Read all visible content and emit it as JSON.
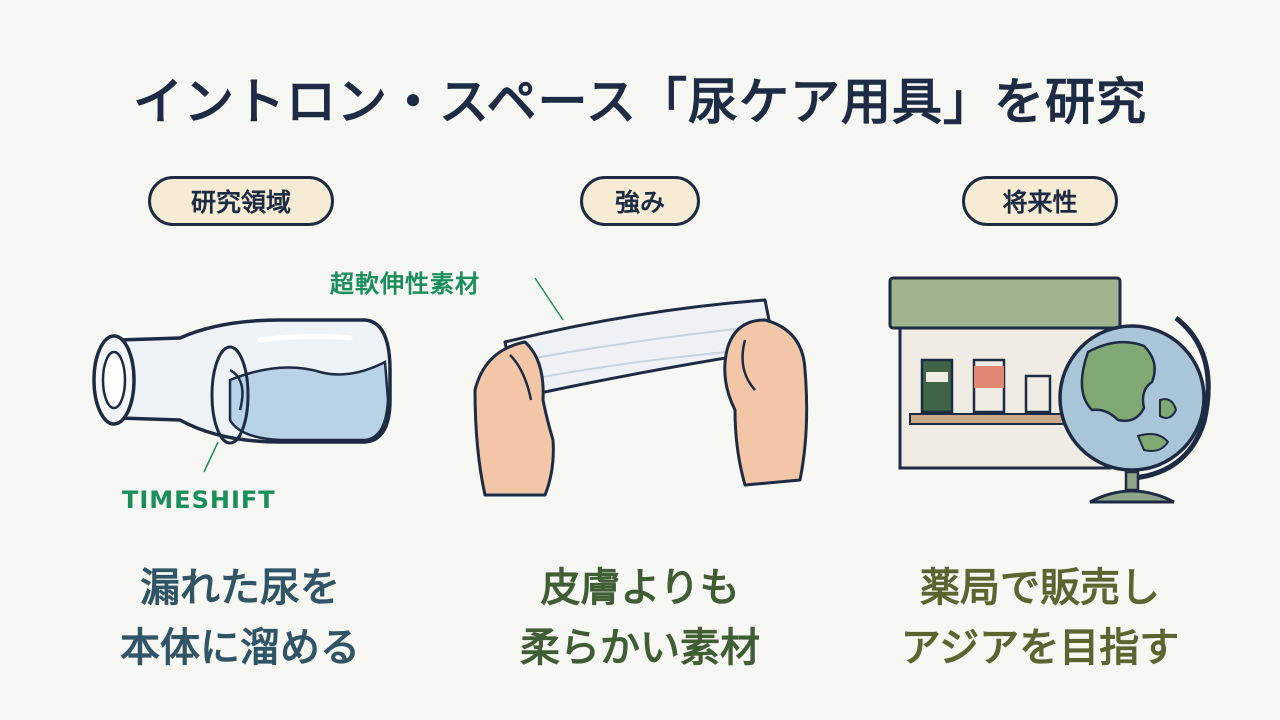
{
  "title": "イントロン・スペース「尿ケア用具」を研究",
  "columns": [
    {
      "heading": "研究領域",
      "callout": "TIMESHIFT",
      "caption": [
        "漏れた尿を",
        "本体に溜める"
      ],
      "caption_color": "#2f5566"
    },
    {
      "heading": "強み",
      "callout": "超軟伸性素材",
      "caption": [
        "皮膚よりも",
        "柔らかい素材"
      ],
      "caption_color": "#3f5e34"
    },
    {
      "heading": "将来性",
      "callout": "",
      "caption": [
        "薬局で販売し",
        "アジアを目指す"
      ],
      "caption_color": "#5a6530"
    }
  ],
  "icons": [
    "bottle-icon",
    "stretching-material-icon",
    "pharmacy-icon",
    "globe-icon"
  ]
}
